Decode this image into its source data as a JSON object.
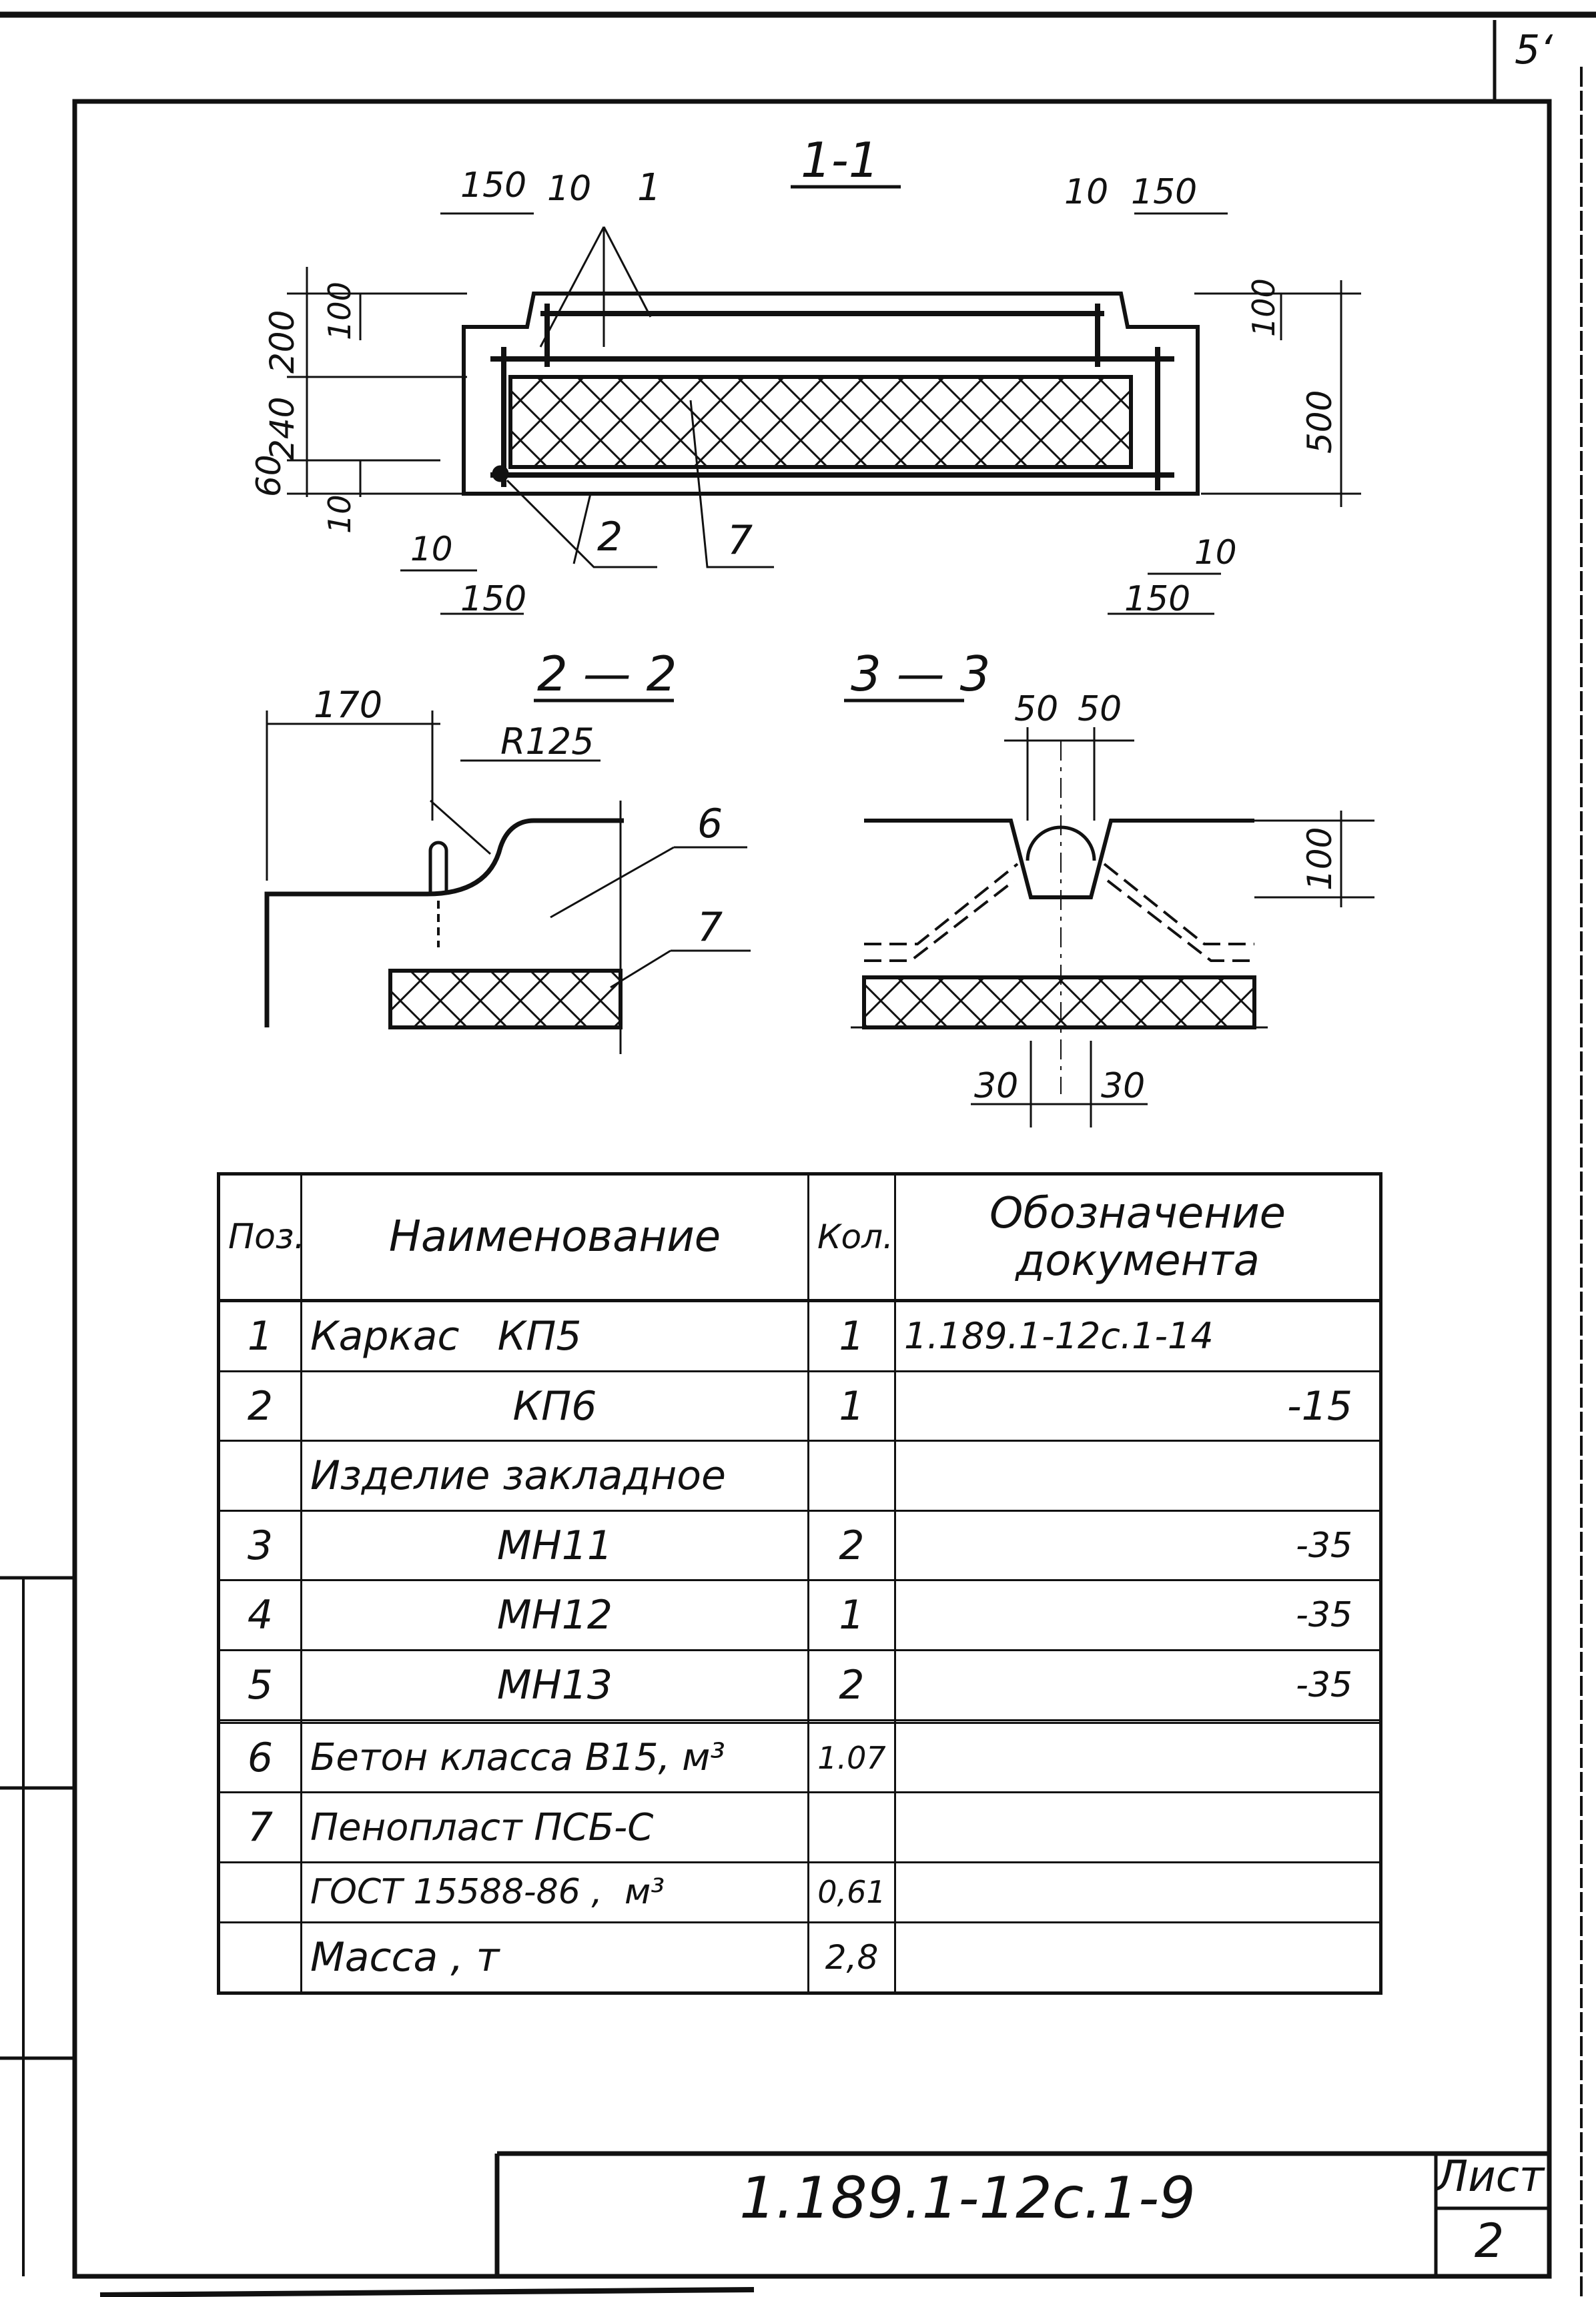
{
  "corner_mark": "5‘",
  "sections": {
    "s11": {
      "title": "1-1",
      "dims": [
        "150",
        "10",
        "1",
        "10",
        "150",
        "200",
        "100",
        "240",
        "60",
        "10",
        "100",
        "500",
        "10",
        "2",
        "7",
        "150",
        "10",
        "150"
      ]
    },
    "s22": {
      "title": "2 — 2",
      "dims": [
        "170",
        "R125",
        "6",
        "7"
      ]
    },
    "s33": {
      "title": "3 — 3",
      "dims": [
        "50",
        "50",
        "100",
        "30",
        "30"
      ]
    }
  },
  "table": {
    "headers": {
      "pos": "Поз.",
      "name": "Наименование",
      "qty": "Кол.",
      "doc_line1": "Обозначение",
      "doc_line2": "документа"
    },
    "rows": [
      {
        "pos": "1",
        "name": "Каркас   КП5",
        "qty": "1",
        "doc": "1.189.1-12с.1-14"
      },
      {
        "pos": "2",
        "name": "КП6",
        "qty": "1",
        "doc": "-15"
      },
      {
        "pos": "",
        "name": "Изделие закладное",
        "qty": "",
        "doc": ""
      },
      {
        "pos": "3",
        "name": "МН11",
        "qty": "2",
        "doc": "-35"
      },
      {
        "pos": "4",
        "name": "МН12",
        "qty": "1",
        "doc": "-35"
      },
      {
        "pos": "5",
        "name": "МН13",
        "qty": "2",
        "doc": "-35"
      },
      {
        "pos": "",
        "name": "",
        "qty": "",
        "doc": ""
      },
      {
        "pos": "6",
        "name": "Бетон класса В15, м³",
        "qty": "1.07",
        "doc": ""
      },
      {
        "pos": "7",
        "name": "Пенопласт ПСБ-С",
        "qty": "",
        "doc": ""
      },
      {
        "pos": "",
        "name": "ГОСТ 15588-86 ,  м³",
        "qty": "0,61",
        "doc": ""
      },
      {
        "pos": "",
        "name": "Масса , т",
        "qty": "2,8",
        "doc": ""
      }
    ]
  },
  "title_block": {
    "code": "1.189.1-12с.1-9",
    "sheet_label": "Лист",
    "sheet_number": "2"
  }
}
